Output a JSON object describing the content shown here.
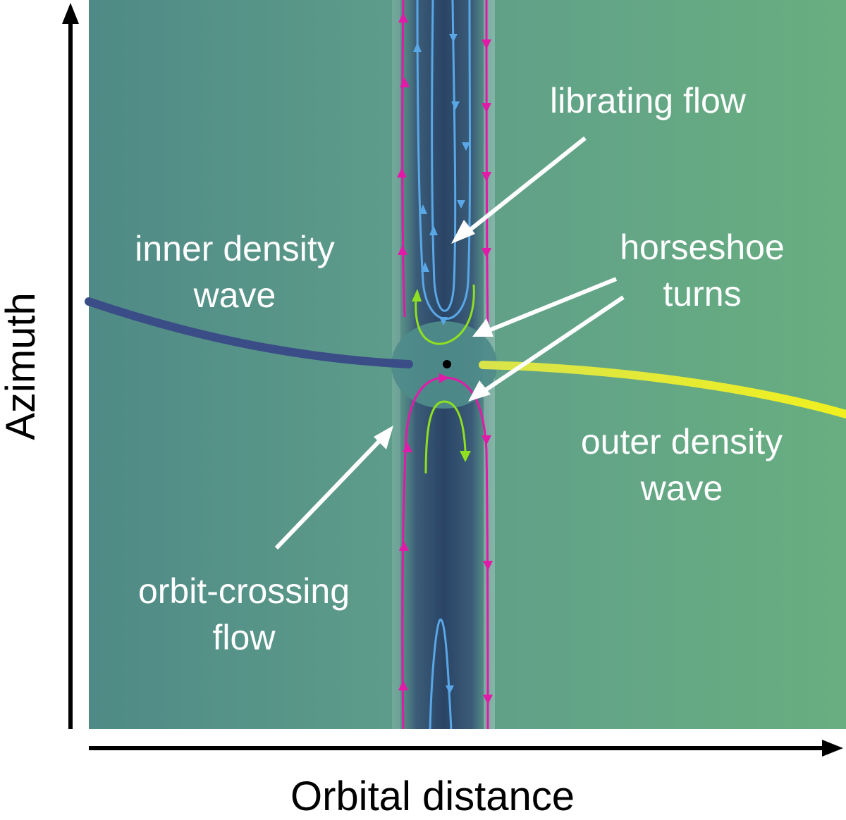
{
  "axes": {
    "x_label": "Orbital distance",
    "y_label": "Azimuth"
  },
  "annotations": {
    "librating": "librating flow",
    "horseshoe_line1": "horseshoe",
    "horseshoe_line2": "turns",
    "inner_line1": "inner density",
    "inner_line2": "wave",
    "outer_line1": "outer density",
    "outer_line2": "wave",
    "orbit_line1": "orbit-crossing",
    "orbit_line2": "flow"
  },
  "colors": {
    "background": "#5f9e88",
    "gap": "#2f4a6a",
    "horseshoe_streamline": "#e21aa8",
    "librating_streamline": "#5aa7e6",
    "turn_arrow": "#8fe020",
    "inner_wave": "#3a4d86",
    "outer_wave": "#e6ea2a",
    "planet": "#000000"
  }
}
